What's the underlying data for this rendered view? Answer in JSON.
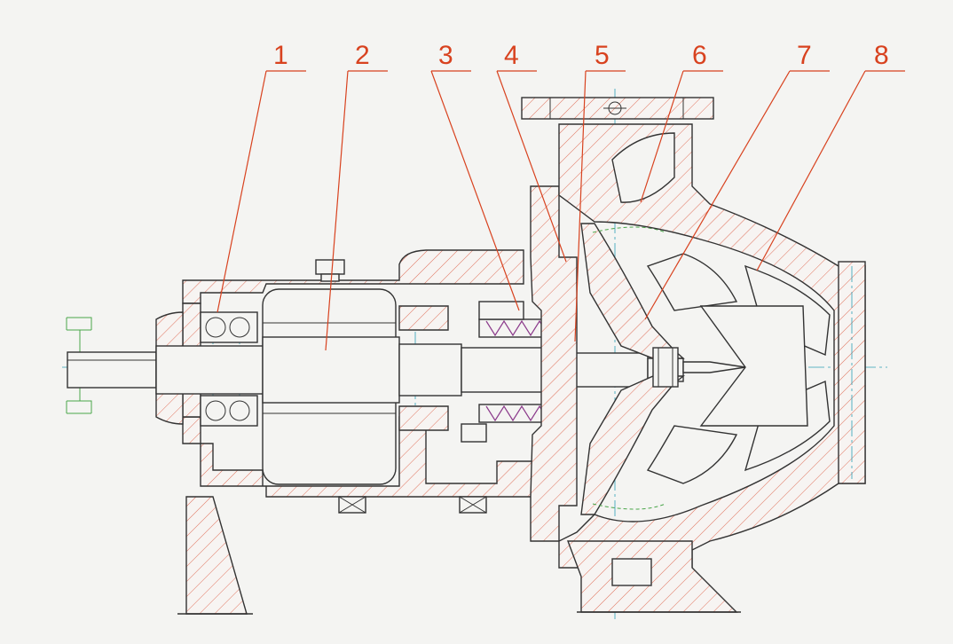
{
  "labels": [
    "1",
    "2",
    "3",
    "4",
    "5",
    "6",
    "7",
    "8"
  ],
  "colors": {
    "annotation": "#d8421f",
    "outline": "#333333",
    "centerline": "#2e9fb5",
    "hidden": "#4aa64a",
    "packing": "#8b3a8b",
    "background": "#f4f4f2"
  }
}
